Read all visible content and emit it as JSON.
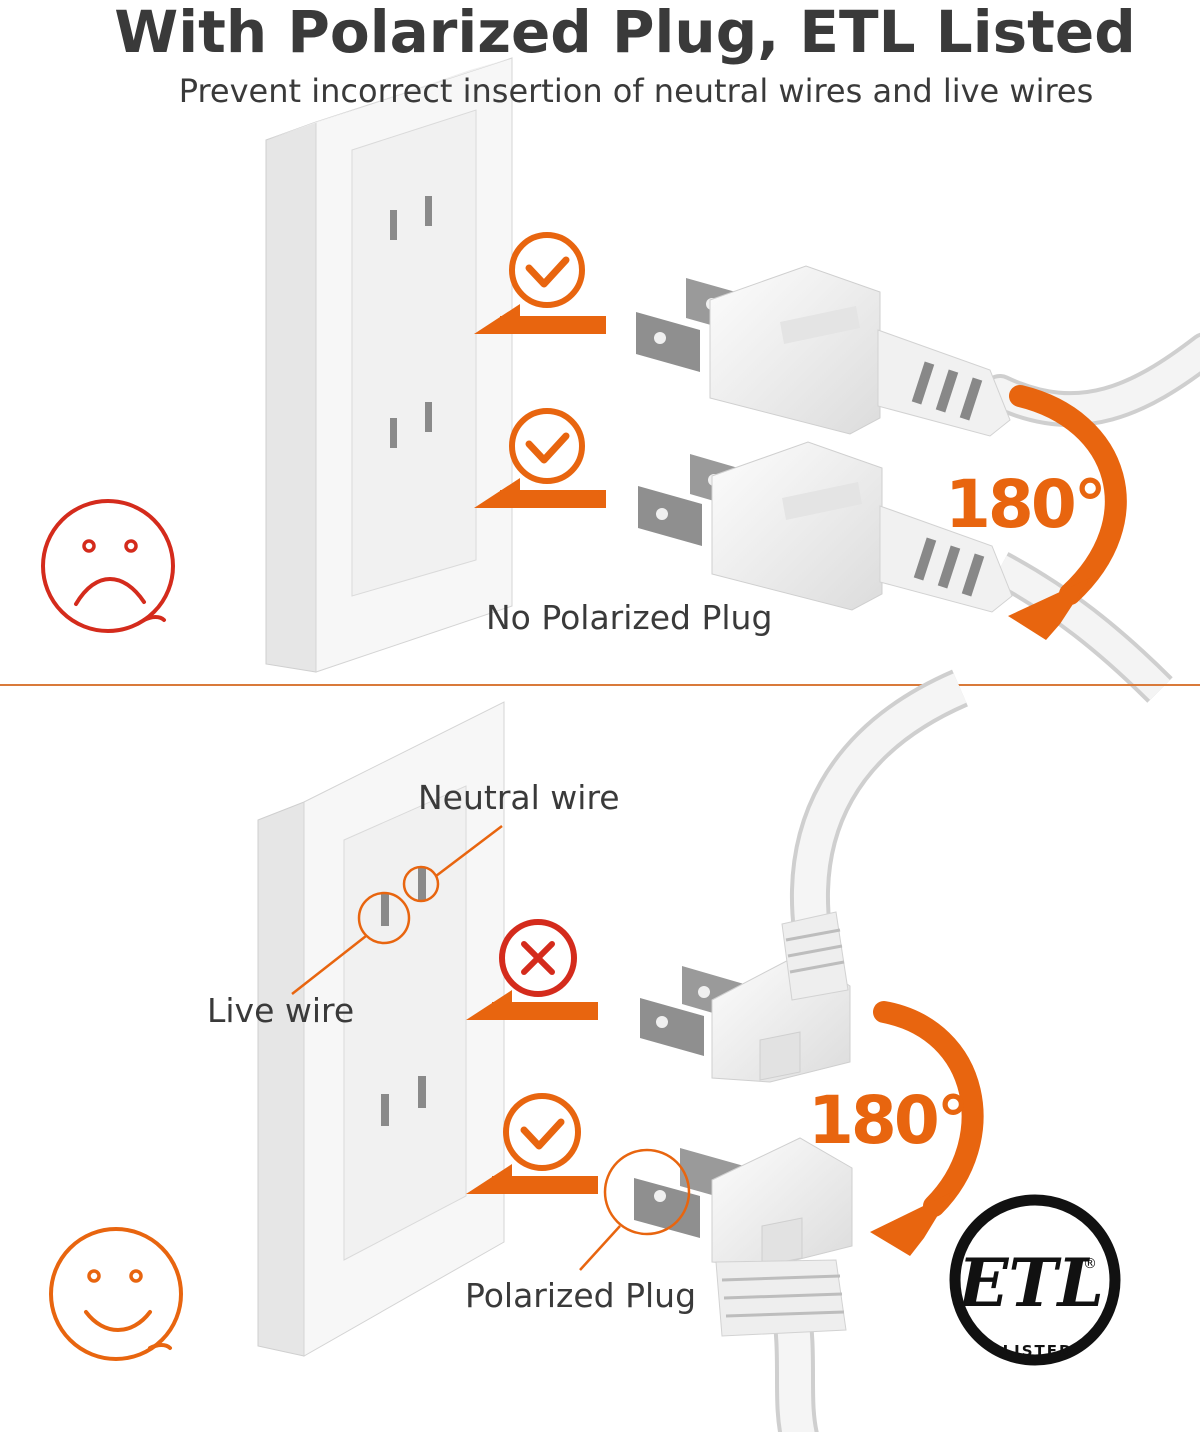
{
  "header": {
    "title": "With Polarized Plug, ETL Listed",
    "subtitle": "Prevent incorrect insertion of neutral wires and live wires"
  },
  "top_section": {
    "label": "No Polarized Plug",
    "rotation_label": "180°",
    "face": "sad-face-icon"
  },
  "bottom_section": {
    "neutral_label": "Neutral wire",
    "live_label": "Live wire",
    "label": "Polarized Plug",
    "rotation_label": "180°",
    "face": "happy-face-icon"
  },
  "badge": {
    "logo_text": "ETL",
    "listed_text": "LISTED",
    "registered": "®"
  },
  "colors": {
    "accent": "#e8650f",
    "error": "#d42b1c",
    "text": "#3a3a3a",
    "divider": "#d97a3a"
  }
}
